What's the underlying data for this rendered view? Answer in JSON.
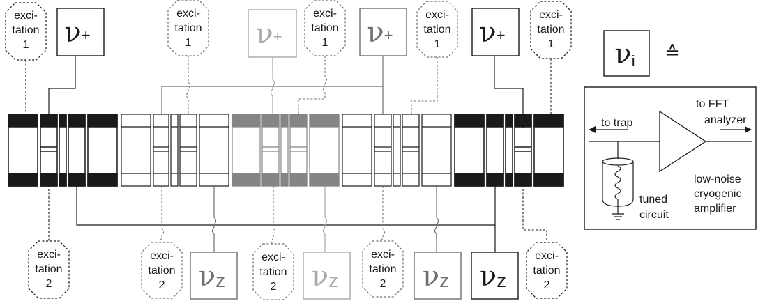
{
  "excitation1": {
    "line1": "exci-",
    "line2": "tation",
    "line3": "1"
  },
  "excitation2": {
    "line1": "exci-",
    "line2": "tation",
    "line3": "2"
  },
  "nu_plus": {
    "symbol": "ν",
    "sub": "+"
  },
  "nu_z": {
    "symbol": "ν",
    "sub": "z"
  },
  "legend": {
    "nu_i_symbol": "ν",
    "nu_i_sub": "i",
    "equiv": "≙",
    "to_trap": "to trap",
    "to_fft_1": "to FFT",
    "to_fft_2": "analyzer",
    "amp_1": "low-noise",
    "amp_2": "cryogenic",
    "amp_3": "amplifier",
    "tuned_1": "tuned",
    "tuned_2": "circuit"
  },
  "colors": {
    "black": "#1a1a1a",
    "gray_dark": "#6f6f6f",
    "gray_mid": "#8f8f8f",
    "gray_light": "#a8a8a8",
    "trap_gray": "#858585"
  }
}
